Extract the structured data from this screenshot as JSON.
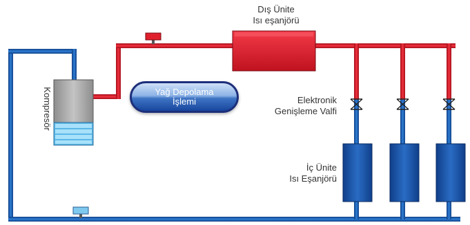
{
  "labels": {
    "outdoor_heat_exchanger": [
      "Dış Ünite",
      "Isı eşanjörü"
    ],
    "oil_storage": [
      "Yağ Depolama",
      "İşlemi"
    ],
    "expansion_valve": [
      "Elektronik",
      "Genişleme Valfi"
    ],
    "indoor_heat_exchanger": [
      "İç Ünite",
      "Isı Eşanjörü"
    ],
    "compressor": "Kompresör"
  },
  "colors": {
    "hot_line": "#e0202c",
    "cold_line": "#1f63b5",
    "outdoor_unit": "#e41d2d",
    "indoor_unit": "#1a4ea1",
    "compressor_body": "#a9a9a9",
    "compressor_base": "#8fd3f4"
  },
  "icons": {
    "valve": "expansion-valve-icon",
    "hot_sensor": "red-sensor-icon",
    "cold_sensor": "blue-sensor-icon"
  }
}
